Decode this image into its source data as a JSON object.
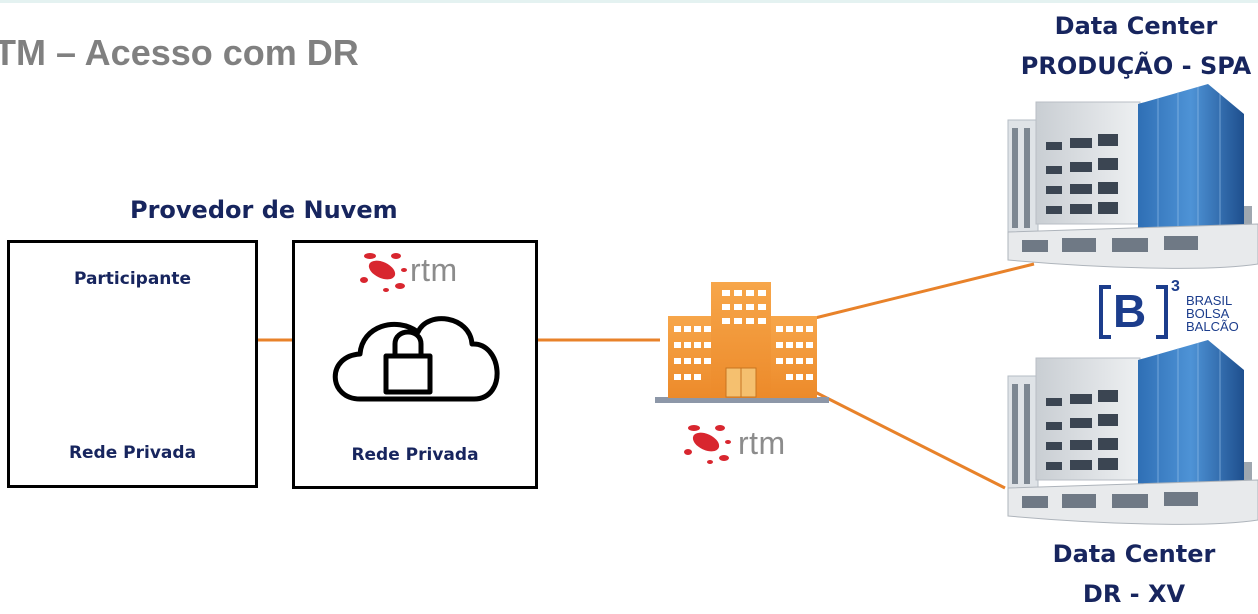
{
  "slide": {
    "title": "TM – Acesso com DR"
  },
  "cloud_provider": {
    "label": "Provedor de Nuvem",
    "participant_box": {
      "top_label": "Participante",
      "bottom_label": "Rede Privada",
      "icon": "cloud-lock-icon"
    },
    "rtm_box": {
      "bottom_label": "Rede Privada",
      "icon": "cloud-lock-icon",
      "logo_text": "rtm"
    }
  },
  "rtm_hub": {
    "icon": "office-building-icon",
    "logo_text": "rtm"
  },
  "datacenter_primary": {
    "line1": "Data Center",
    "line2": "PRODUÇÃO - SPA",
    "icon": "datacenter-building-icon"
  },
  "datacenter_dr": {
    "line1": "Data Center",
    "line2": "DR - XV",
    "icon": "datacenter-building-icon"
  },
  "b3_logo": {
    "letter": "B",
    "superscript": "3",
    "line1": "BRASIL",
    "line2": "BOLSA",
    "line3": "BALCÃO"
  },
  "colors": {
    "connector": "#e8822a",
    "label_navy": "#17255e",
    "title_gray": "#808080",
    "rtm_red": "#d8262f",
    "b3_blue": "#1c3d8c"
  }
}
